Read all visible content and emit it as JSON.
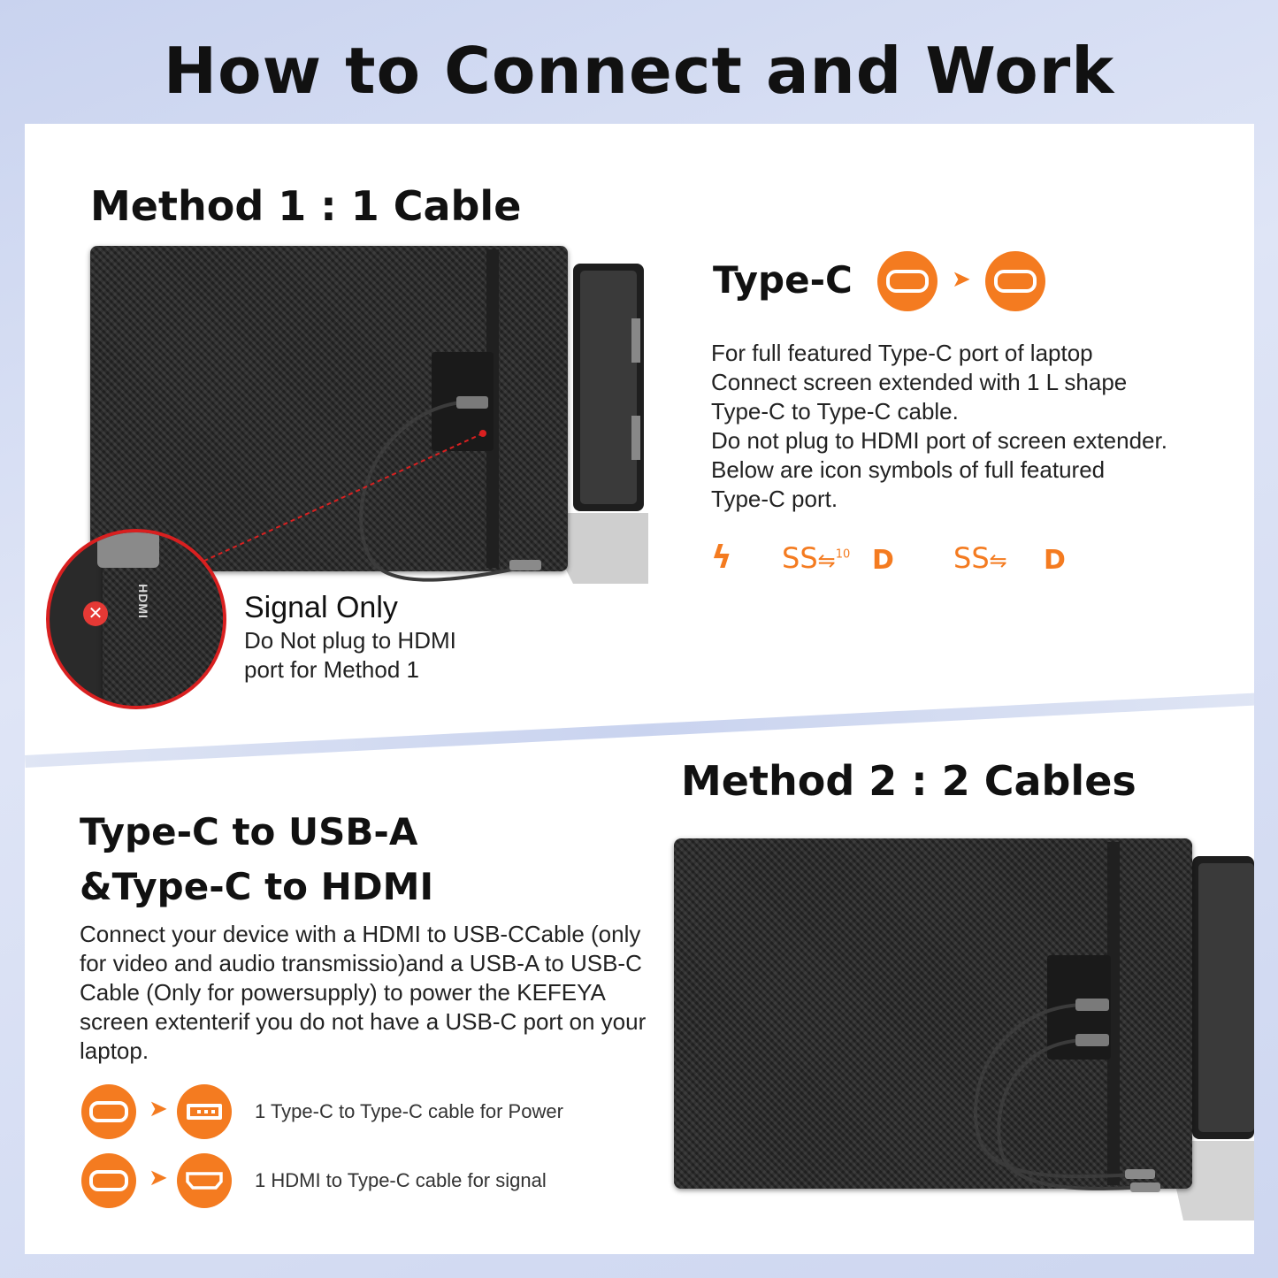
{
  "title": "How to Connect and Work",
  "method1": {
    "heading": "Method 1 : 1 Cable",
    "signal_title": "Signal Only",
    "signal_lines": [
      "Do Not plug to HDMI",
      "port for Method 1"
    ],
    "hdmi_port_label": "HDMI",
    "typec_title": "Type-C",
    "description_lines": [
      "For full featured Type-C port of laptop",
      "Connect screen extended with 1 L shape",
      "Type-C to Type-C cable.",
      "Do not plug to HDMI port of screen extender.",
      "Below are icon symbols of full featured",
      "Type-C port."
    ],
    "port_symbols": {
      "bolt": "ϟ",
      "ss1": "SS",
      "ss1_sup": "10",
      "dp1": "D",
      "ss2": "SS",
      "dp2": "D"
    }
  },
  "method2": {
    "heading": "Method 2 : 2 Cables",
    "subtitle_lines": [
      "Type-C to USB-A",
      "&Type-C to HDMI"
    ],
    "description": "Connect your device with a HDMI to USB-CCable (only for video and audio transmissio)and a USB-A to USB-C Cable (Only for powersupply) to power the KEFEYA screen extenterif you do not have a USB-C port on your laptop.",
    "legend": [
      {
        "from_icon": "usb-c-icon",
        "to_icon": "usb-a-icon",
        "label": "1 Type-C to Type-C cable for Power"
      },
      {
        "from_icon": "usb-c-icon",
        "to_icon": "hdmi-icon",
        "label": "1 HDMI to Type-C cable for signal"
      }
    ]
  },
  "colors": {
    "accent": "#f47b20",
    "text": "#111111",
    "warning_red": "#e53935"
  }
}
